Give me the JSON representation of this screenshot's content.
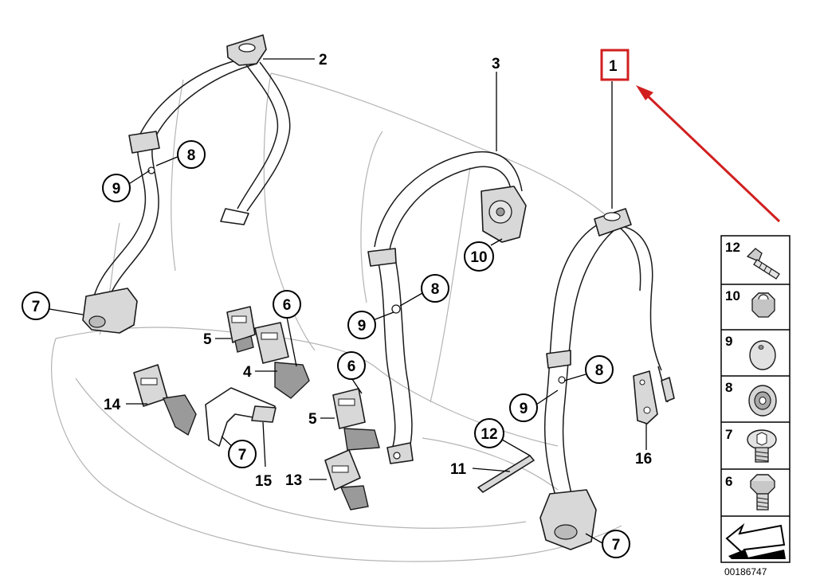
{
  "diagram": {
    "callouts": [
      {
        "id": "c2",
        "label": "2"
      },
      {
        "id": "c3",
        "label": "3"
      },
      {
        "id": "c1",
        "label": "1",
        "highlight_color": "#d11f1f"
      },
      {
        "id": "c8a",
        "label": "8"
      },
      {
        "id": "c9a",
        "label": "9"
      },
      {
        "id": "c7a",
        "label": "7"
      },
      {
        "id": "c6a",
        "label": "6"
      },
      {
        "id": "c5a",
        "label": "5"
      },
      {
        "id": "c4",
        "label": "4"
      },
      {
        "id": "c14",
        "label": "14"
      },
      {
        "id": "c7b",
        "label": "7"
      },
      {
        "id": "c15",
        "label": "15"
      },
      {
        "id": "c10a",
        "label": "10"
      },
      {
        "id": "c8b",
        "label": "8"
      },
      {
        "id": "c9b",
        "label": "9"
      },
      {
        "id": "c6b",
        "label": "6"
      },
      {
        "id": "c5b",
        "label": "5"
      },
      {
        "id": "c13",
        "label": "13"
      },
      {
        "id": "c12a",
        "label": "12"
      },
      {
        "id": "c11",
        "label": "11"
      },
      {
        "id": "c8c",
        "label": "8"
      },
      {
        "id": "c9c",
        "label": "9"
      },
      {
        "id": "c16",
        "label": "16"
      },
      {
        "id": "c7c",
        "label": "7"
      }
    ],
    "arrow_color": "#d11f1f",
    "legend": [
      {
        "number": "12",
        "icon": "screw-icon"
      },
      {
        "number": "10",
        "icon": "hex-nut-icon"
      },
      {
        "number": "9",
        "icon": "spacer-bushing-icon"
      },
      {
        "number": "8",
        "icon": "washer-icon"
      },
      {
        "number": "7",
        "icon": "torx-bolt-icon"
      },
      {
        "number": "6",
        "icon": "hex-bolt-icon"
      }
    ],
    "catalog_icon": "catalog-arrow-icon",
    "diagram_code": "00186747"
  }
}
